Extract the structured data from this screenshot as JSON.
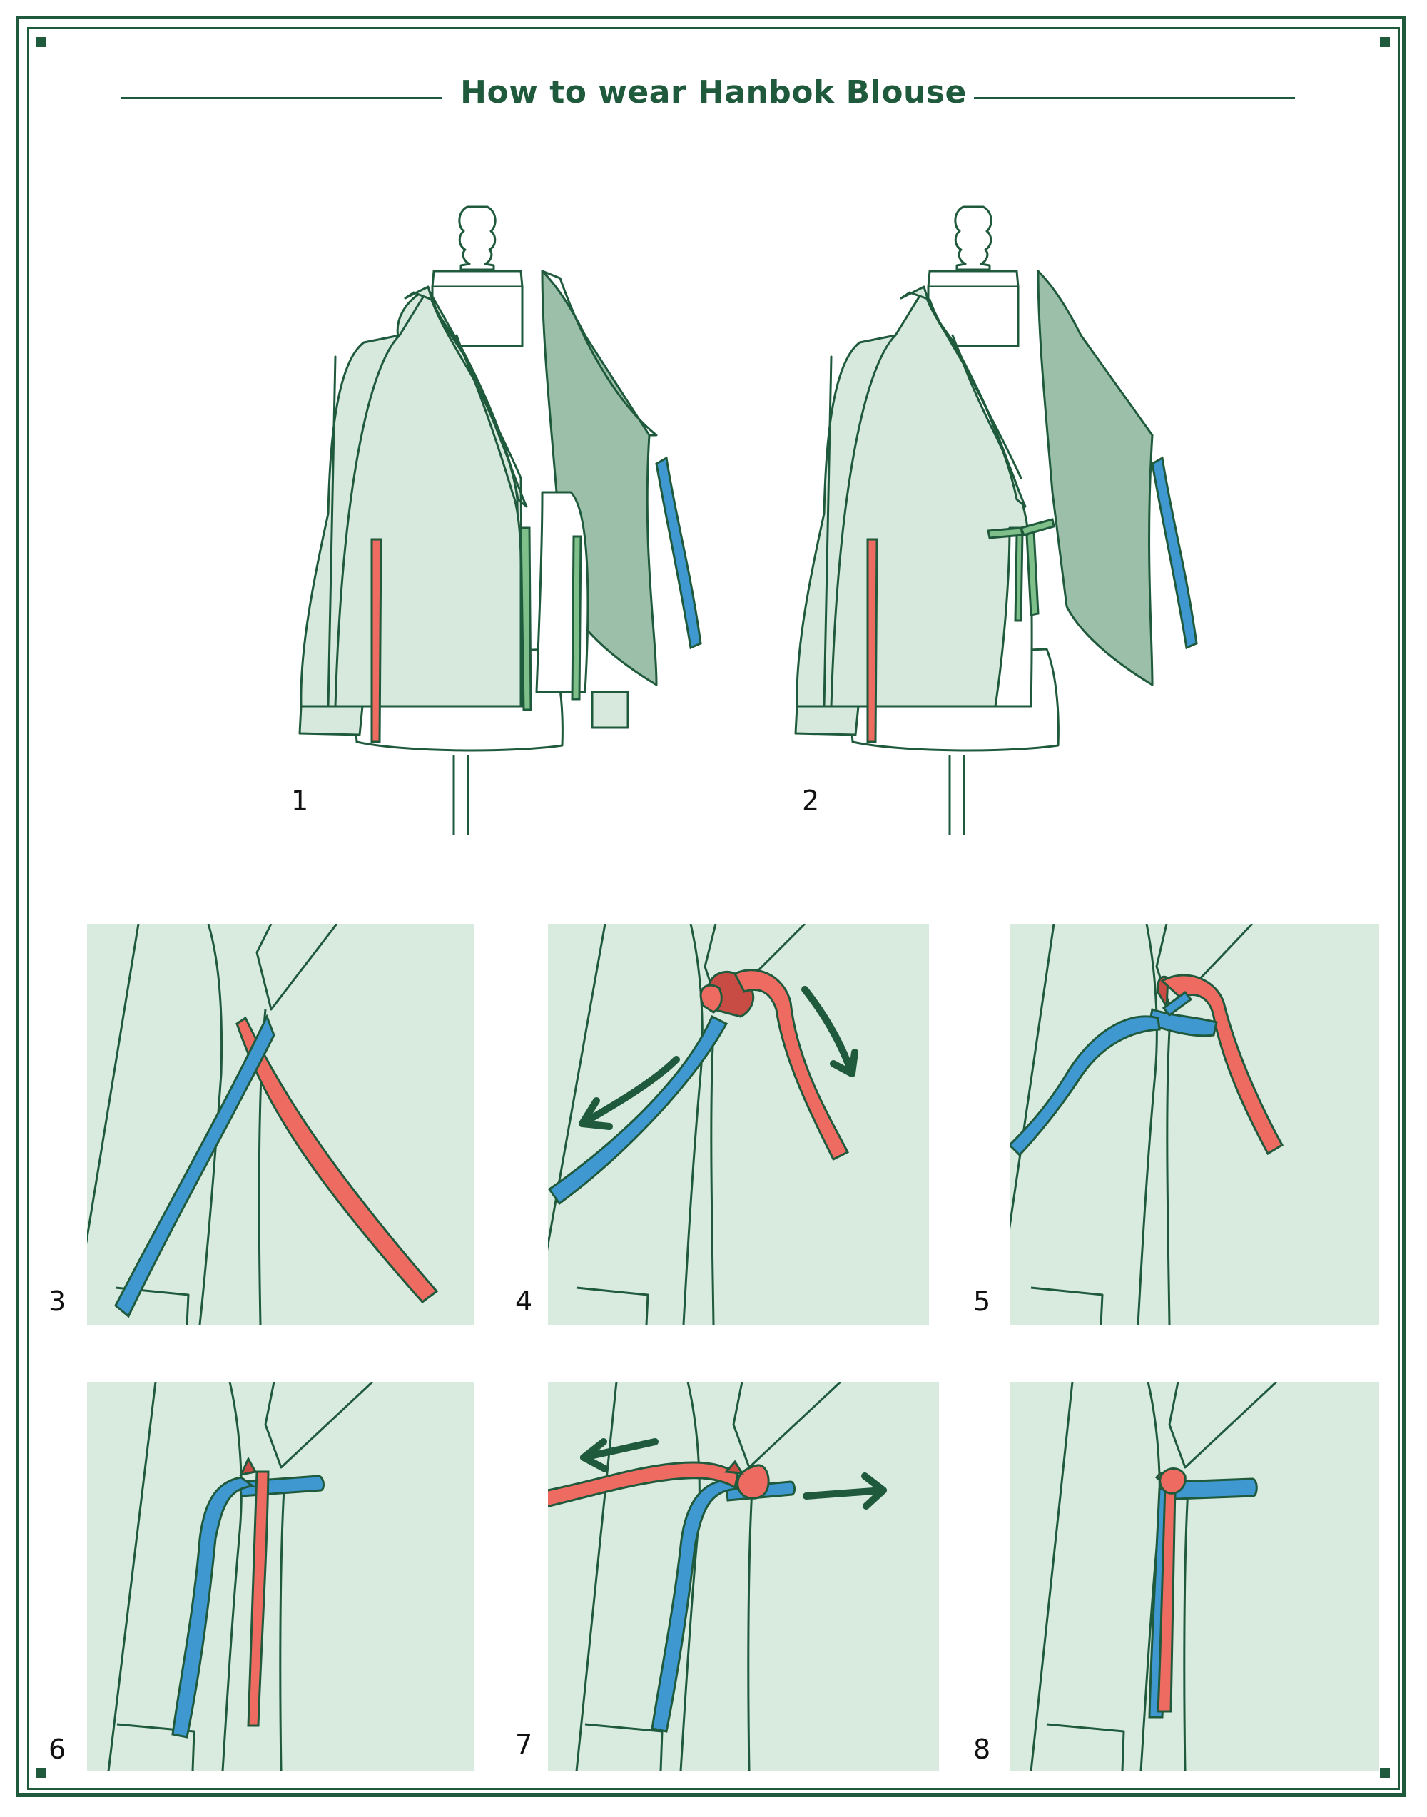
{
  "title": "How to wear Hanbok Blouse",
  "colors": {
    "frame": "#1f5a3c",
    "outline": "#1f5a3c",
    "garment": "#d6e9dc",
    "garment_inner": "#9cbfa9",
    "panel_bg": "#d9eadf",
    "tie_red": "#ee6b61",
    "tie_blue": "#3f98d0",
    "tie_green": "#7fbf8a",
    "arrow": "#1f5a3c"
  },
  "steps": [
    {
      "number": "1",
      "illustration": "mannequin-blouse-open-icon"
    },
    {
      "number": "2",
      "illustration": "mannequin-blouse-inner-tie-icon"
    },
    {
      "number": "3",
      "illustration": "ties-crossed-icon"
    },
    {
      "number": "4",
      "illustration": "ties-knotted-arrows-icon"
    },
    {
      "number": "5",
      "illustration": "blue-tie-loop-icon"
    },
    {
      "number": "6",
      "illustration": "red-tie-through-loop-icon"
    },
    {
      "number": "7",
      "illustration": "knot-tighten-arrows-icon"
    },
    {
      "number": "8",
      "illustration": "finished-bow-icon"
    }
  ]
}
